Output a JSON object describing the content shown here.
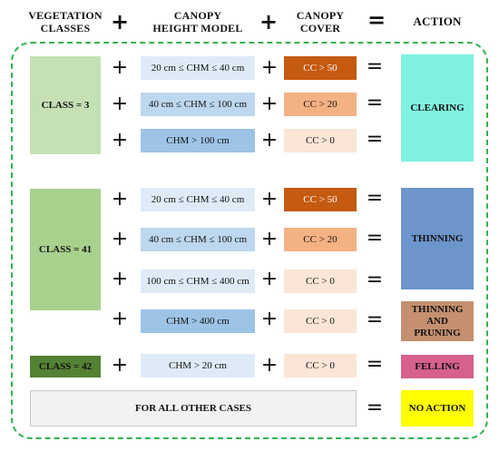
{
  "header": {
    "vegetation_classes": "VEGETATION\nCLASSES",
    "canopy_height_model": "CANOPY\nHEIGHT MODEL",
    "canopy_cover": "CANOPY\nCOVER",
    "action": "ACTION",
    "plus": "+",
    "equals": "="
  },
  "classes": {
    "class3": "CLASS = 3",
    "class41": "CLASS = 41",
    "class42": "CLASS = 42",
    "other": "FOR ALL OTHER CASES"
  },
  "chm": [
    "20 cm ≤ CHM ≤ 40 cm",
    "40 cm ≤ CHM ≤ 100 cm",
    "CHM > 100 cm",
    "20 cm ≤ CHM ≤ 40 cm",
    "40 cm ≤ CHM ≤ 100 cm",
    "100 cm ≤ CHM ≤ 400 cm",
    "CHM > 400 cm",
    "CHM > 20 cm"
  ],
  "cc": [
    "CC > 50",
    "CC > 20",
    "CC > 0",
    "CC > 50",
    "CC > 20",
    "CC > 0",
    "CC > 0",
    "CC > 0"
  ],
  "actions": {
    "clearing": "CLEARING",
    "thinning": "THINNING",
    "thinning_pruning": "THINNING\nAND\nPRUNING",
    "felling": "FELLING",
    "no_action": "NO ACTION"
  },
  "operators": {
    "plus": "+",
    "equals": "="
  },
  "colors": {
    "class3": "#c5e0b4",
    "class41": "#a9d18e",
    "class42": "#548235",
    "chm_light": "#deebf7",
    "chm_mid": "#bdd7ee",
    "chm_dark": "#9dc3e6",
    "cc_dark": "#c55a11",
    "cc_mid": "#f4b183",
    "cc_light": "#fbe5d6",
    "clearing": "#7ff3e0",
    "thinning": "#6d95cc",
    "thinning_pruning": "#c4906f",
    "felling": "#d6618c",
    "no_action": "#ffff00",
    "other": "#f2f2f2",
    "frame": "#33b24d"
  }
}
